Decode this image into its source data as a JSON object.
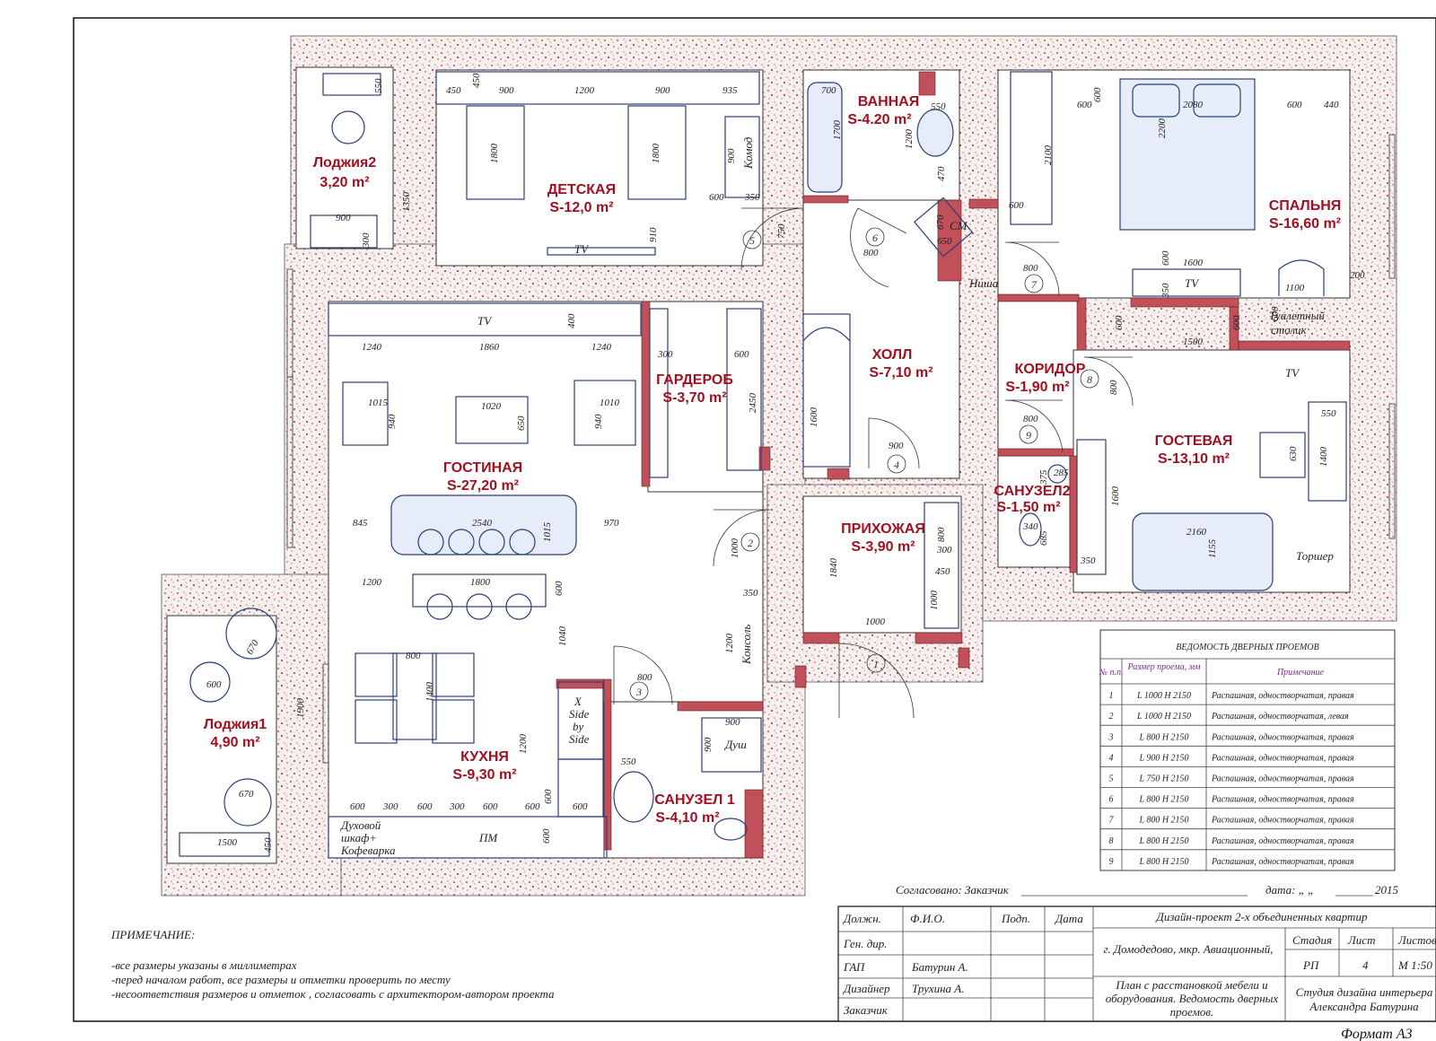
{
  "rooms": {
    "loggia2": {
      "name": "Лоджия2",
      "area": "3,20 m²"
    },
    "children": {
      "name": "ДЕТСКАЯ",
      "area": "S-12,0 m²"
    },
    "bathroom": {
      "name": "ВАННАЯ",
      "area": "S-4.20 m²"
    },
    "bedroom": {
      "name": "СПАЛЬНЯ",
      "area": "S-16,60 m²"
    },
    "living": {
      "name": "ГОСТИНАЯ",
      "area": "S-27,20 m²"
    },
    "wardrobe": {
      "name": "ГАРДЕРОБ",
      "area": "S-3,70 m²"
    },
    "hall": {
      "name": "ХОЛЛ",
      "area": "S-7,10 m²"
    },
    "corridor": {
      "name": "КОРИДОР",
      "area": "S-1,90 m²"
    },
    "guest": {
      "name": "ГОСТЕВАЯ",
      "area": "S-13,10 m²"
    },
    "wc2": {
      "name": "САНУЗЕЛ2",
      "area": "S-1,50 m²"
    },
    "entrance": {
      "name": "ПРИХОЖАЯ",
      "area": "S-3,90 m²"
    },
    "loggia1": {
      "name": "Лоджия1",
      "area": "4,90 m²"
    },
    "kitchen": {
      "name": "КУХНЯ",
      "area": "S-9,30 m²"
    },
    "wc1": {
      "name": "САНУЗЕЛ 1",
      "area": "S-4,10 m²"
    }
  },
  "labels": {
    "tv1": "TV",
    "tv2": "TV",
    "tv3": "TV",
    "tv4": "TV",
    "komod": "Комод",
    "sm": "СМ",
    "nisha": "Ниша",
    "tualetny1": "Туалетный",
    "tualetny2": "столик",
    "torsher": "Торшер",
    "konsol": "Консоль",
    "dush": "Душ",
    "pm": "ПМ",
    "oven1": "Духовой",
    "oven2": "шкаф+",
    "oven3": "Кофеварка",
    "x1": "X",
    "x2": "Side",
    "x3": "by",
    "x4": "Side"
  },
  "dims": {
    "l2_550": "550",
    "l2_1350": "1350",
    "l2_900": "900",
    "l2_300": "300",
    "c_450a": "450",
    "c_450b": "450",
    "c_900a": "900",
    "c_1200": "1200",
    "c_900b": "900",
    "c_935": "935",
    "c_1800a": "1800",
    "c_1800b": "1800",
    "c_900c": "900",
    "c_600": "600",
    "c_350": "350",
    "c_910": "910",
    "c_750": "750",
    "b_700": "700",
    "b_1700": "1700",
    "b_550": "550",
    "b_1200": "1200",
    "b_470": "470",
    "b_670": "670",
    "b_650": "650",
    "b_800": "800",
    "s_600a": "600",
    "s_2080": "2080",
    "s_600b": "600",
    "s_440": "440",
    "s_600c": "600",
    "s_2200": "2200",
    "s_2100": "2100",
    "s_600d": "600",
    "s_600e": "600",
    "s_1600": "1600",
    "s_350": "350",
    "s_1100": "1100",
    "s_200": "200",
    "s_600f": "600",
    "s_600g": "600",
    "s_1500": "1500",
    "s_600h": "600",
    "cor_800a": "800",
    "cor_800b": "800",
    "cor_800c": "800",
    "w_1240a": "1240",
    "w_1860": "1860",
    "w_1240b": "1240",
    "w_400": "400",
    "w_1015a": "1015",
    "w_940a": "940",
    "w_1020": "1020",
    "w_650": "650",
    "w_940b": "940",
    "w_1010": "1010",
    "w_845": "845",
    "w_2540": "2540",
    "w_1015b": "1015",
    "w_970": "970",
    "w_1200": "1200",
    "w_1800": "1800",
    "w_600": "600",
    "w_1040": "1040",
    "g_300": "300",
    "g_600": "600",
    "g_2450": "2450",
    "h_1600": "1600",
    "h_900": "900",
    "e_800": "800",
    "e_300": "300",
    "e_450": "450",
    "e_1840": "1840",
    "e_1000a": "1000",
    "e_1000b": "1000",
    "d2_1000": "1000",
    "d3_800": "800",
    "kc_350": "350",
    "kc_1200": "1200",
    "l1_670a": "670",
    "l1_600": "600",
    "l1_1900": "1900",
    "l1_670b": "670",
    "l1_1500": "1500",
    "l1_450": "450",
    "k_800": "800",
    "k_1400": "1400",
    "k_1200": "1200",
    "k_600a": "600",
    "k_b1": "600",
    "k_b2": "300",
    "k_b3": "600",
    "k_b4": "300",
    "k_b5": "600",
    "k_b6": "600",
    "k_b7": "600",
    "k_600b": "600",
    "u_900a": "900",
    "u_900b": "900",
    "u_550": "550",
    "gs_550": "550",
    "gs_630": "630",
    "gs_1400": "1400",
    "gs_1600": "1600",
    "gs_2160": "2160",
    "gs_1155": "1155",
    "gs_350": "350",
    "w2_375": "375",
    "w2_285": "285",
    "w2_340": "340",
    "w2_685": "685"
  },
  "door_schedule": {
    "title": "ВЕДОМОСТЬ ДВЕРНЫХ ПРОЕМОВ",
    "headers": [
      "№ п.п.",
      "Размер проема, мм",
      "Примечание"
    ],
    "rows": [
      [
        "1",
        "L 1000  H 2150",
        "Распашная, одностворчатая, правая"
      ],
      [
        "2",
        "L 1000  H 2150",
        "Распашная, одностворчатая, левая"
      ],
      [
        "3",
        "L 800  H 2150",
        "Распашная, одностворчатая, правая"
      ],
      [
        "4",
        "L 900  H 2150",
        "Распашная, одностворчатая, правая"
      ],
      [
        "5",
        "L 750  H 2150",
        "Распашная, одностворчатая, правая"
      ],
      [
        "6",
        "L 800  H 2150",
        "Распашная, одностворчатая, правая"
      ],
      [
        "7",
        "L 800  H 2150",
        "Распашная, одностворчатая, правая"
      ],
      [
        "8",
        "L 800  H 2150",
        "Распашная, одностворчатая, правая"
      ],
      [
        "9",
        "L 800  H 2150",
        "Распашная, одностворчатая, правая"
      ]
    ]
  },
  "approval": {
    "line": "Согласовано: Заказчик",
    "date": "дата: „     „",
    "year": "2015"
  },
  "notes": {
    "title": "ПРИМЕЧАНИЕ:",
    "lines": [
      "-все размеры указаны в миллиметрах",
      "-перед началом работ, все размеры и отметки проверить по месту",
      "-несоответствия размеров и отметок , согласовать с архитектором-автором проекта"
    ]
  },
  "title_block": {
    "h_role": "Должн.",
    "h_name": "Ф.И.О.",
    "h_sign": "Подп.",
    "h_date": "Дата",
    "r1": "Ген. дир.",
    "r2": "ГАП",
    "r2n": "Батурин А.",
    "r3": "Дизайнер",
    "r3n": "Трухина А.",
    "r4": "Заказчик",
    "project": "Дизайн-проект 2-х объединенных квартир",
    "address": "г. Домодедово, мкр. Авиационный,",
    "sheet1": "План с расстановкой мебели и",
    "sheet2": "оборудования. Ведомость дверных",
    "sheet3": "проемов.",
    "stage_h": "Стадия",
    "stage_v": "РП",
    "list_h": "Лист",
    "list_v": "4",
    "lists_h": "Листов",
    "scale": "М 1:50",
    "studio1": "Студия дизайна интерьера",
    "studio2": "Александра Батурина"
  },
  "format": "Формат А3"
}
